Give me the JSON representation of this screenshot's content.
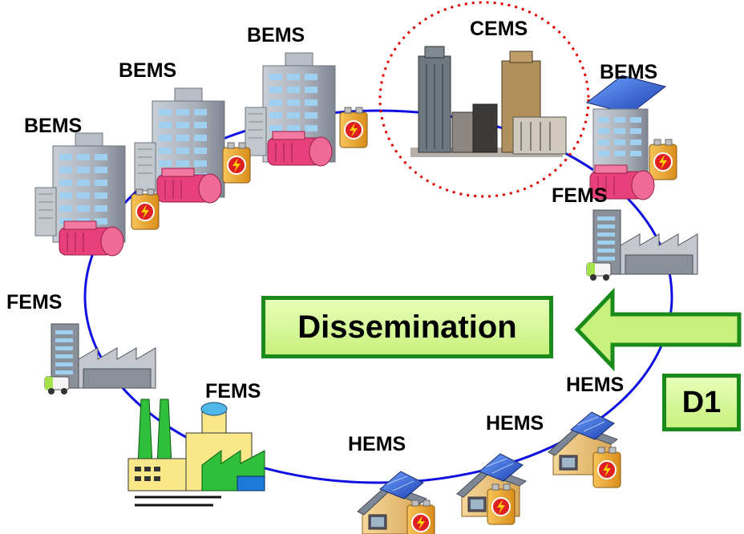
{
  "labels": {
    "bems_top": "BEMS",
    "bems_mid": "BEMS",
    "bems_left": "BEMS",
    "bems_right": "BEMS",
    "cems": "CEMS",
    "fems_right": "FEMS",
    "fems_left": "FEMS",
    "fems_bottom": "FEMS",
    "hems_right": "HEMS",
    "hems_mid": "HEMS",
    "hems_bottom": "HEMS"
  },
  "dissemination_label": "Dissemination",
  "d1_label": "D1",
  "colors": {
    "ring": "#1010e0",
    "arrow_fill": "#c8f07e",
    "arrow_stroke": "#1a8a1a",
    "cems_circle": "#e00000",
    "machine": "#e8407a",
    "building": "#9aa0a8"
  }
}
